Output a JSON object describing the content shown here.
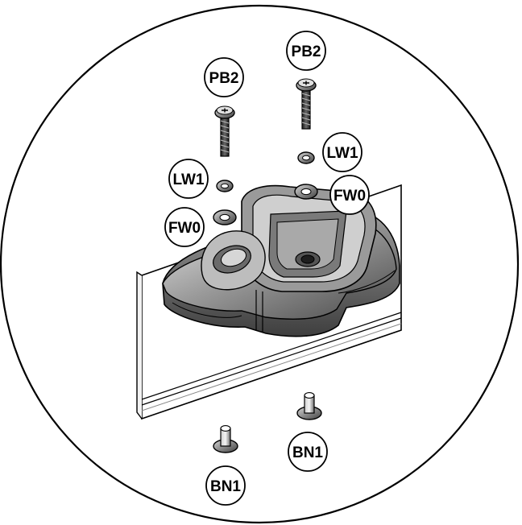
{
  "diagram": {
    "labels": {
      "pb2_left": "PB2",
      "pb2_right": "PB2",
      "lw1_left": "LW1",
      "lw1_right": "LW1",
      "fw0_left": "FW0",
      "fw0_right": "FW0",
      "bn1_left": "BN1",
      "bn1_right": "BN1"
    }
  },
  "colors": {
    "line": "#000000",
    "part_dark": "#5c5c5c",
    "part_mid": "#8c8c8c",
    "part_light": "#cfcfcf",
    "background": "#ffffff"
  }
}
